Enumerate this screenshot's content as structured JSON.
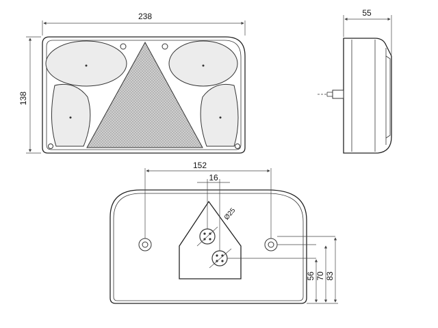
{
  "front_view": {
    "width_label": "238",
    "height_label": "138"
  },
  "side_view": {
    "depth_label": "55"
  },
  "rear_view": {
    "bolt_spacing_label": "152",
    "connector_spacing_label": "16",
    "connector_diameter_label": "Ø25",
    "height_labels": [
      "56",
      "70",
      "83"
    ]
  },
  "colors": {
    "line": "#222222",
    "lens_fill": "#ececec",
    "reflector_fill": "#c8c8c8"
  }
}
